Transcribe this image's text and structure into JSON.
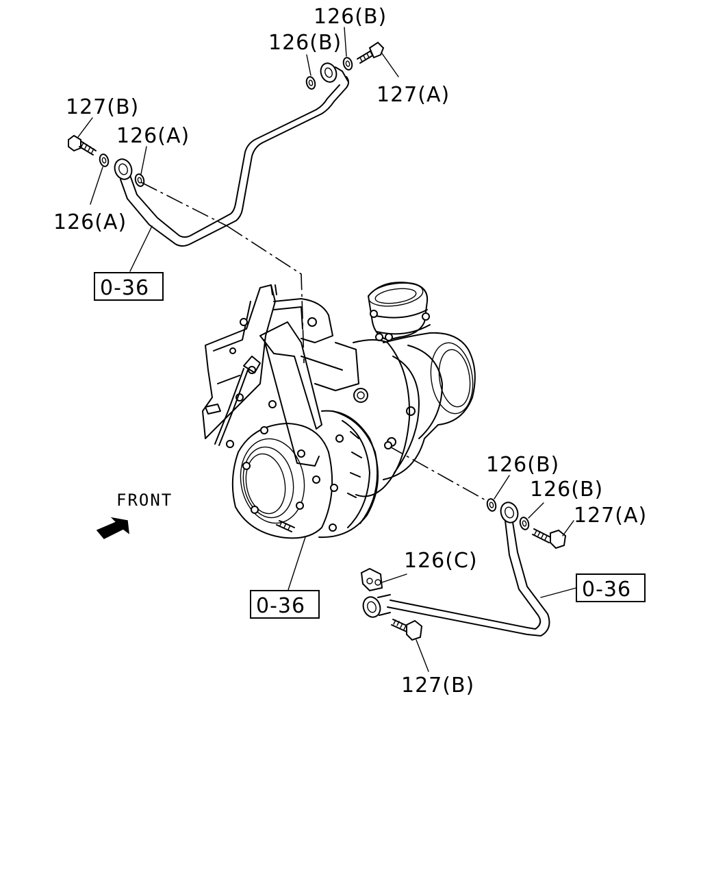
{
  "labels": {
    "top_126b_upper": "126(B)",
    "top_126b_lower": "126(B)",
    "top_127a": "127(A)",
    "left_127b": "127(B)",
    "left_126a_upper": "126(A)",
    "left_126a_lower": "126(A)",
    "right_126b_upper": "126(B)",
    "right_126b_lower": "126(B)",
    "right_127a": "127(A)",
    "bottom_126c": "126(C)",
    "bottom_127b": "127(B)"
  },
  "refs": {
    "upper_pipe_ref": "0-36",
    "turbo_ref": "0-36",
    "lower_pipe_ref": "0-36"
  },
  "front_label": "FRONT"
}
